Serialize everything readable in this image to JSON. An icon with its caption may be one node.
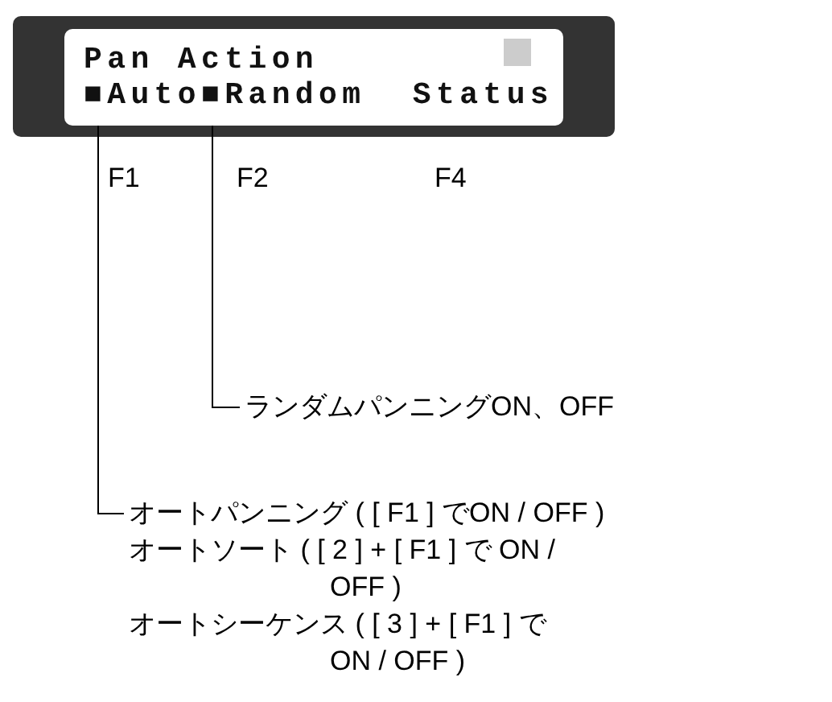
{
  "diagram": {
    "nodes": [
      {
        "text": [
          "Pan Action",
          "■Auto■Random  Status"
        ]
      },
      {
        "text": [
          "ランダムパンニングON、OFF"
        ]
      },
      {
        "text": [
          "オートパンニング ( [ F1 ] でON / OFF )",
          "オートソート (  [ 2 ] + [ F1 ] で ON / OFF )",
          "オートシーケンス ( [ 3 ] + [ F1 ] で ON / OFF )"
        ]
      }
    ],
    "edges": [
      {
        "from": 1,
        "to": 0,
        "arrow": "none"
      },
      {
        "from": 2,
        "to": 0,
        "arrow": "none"
      }
    ],
    "labels": [
      "F1",
      "F2",
      "F4"
    ]
  }
}
